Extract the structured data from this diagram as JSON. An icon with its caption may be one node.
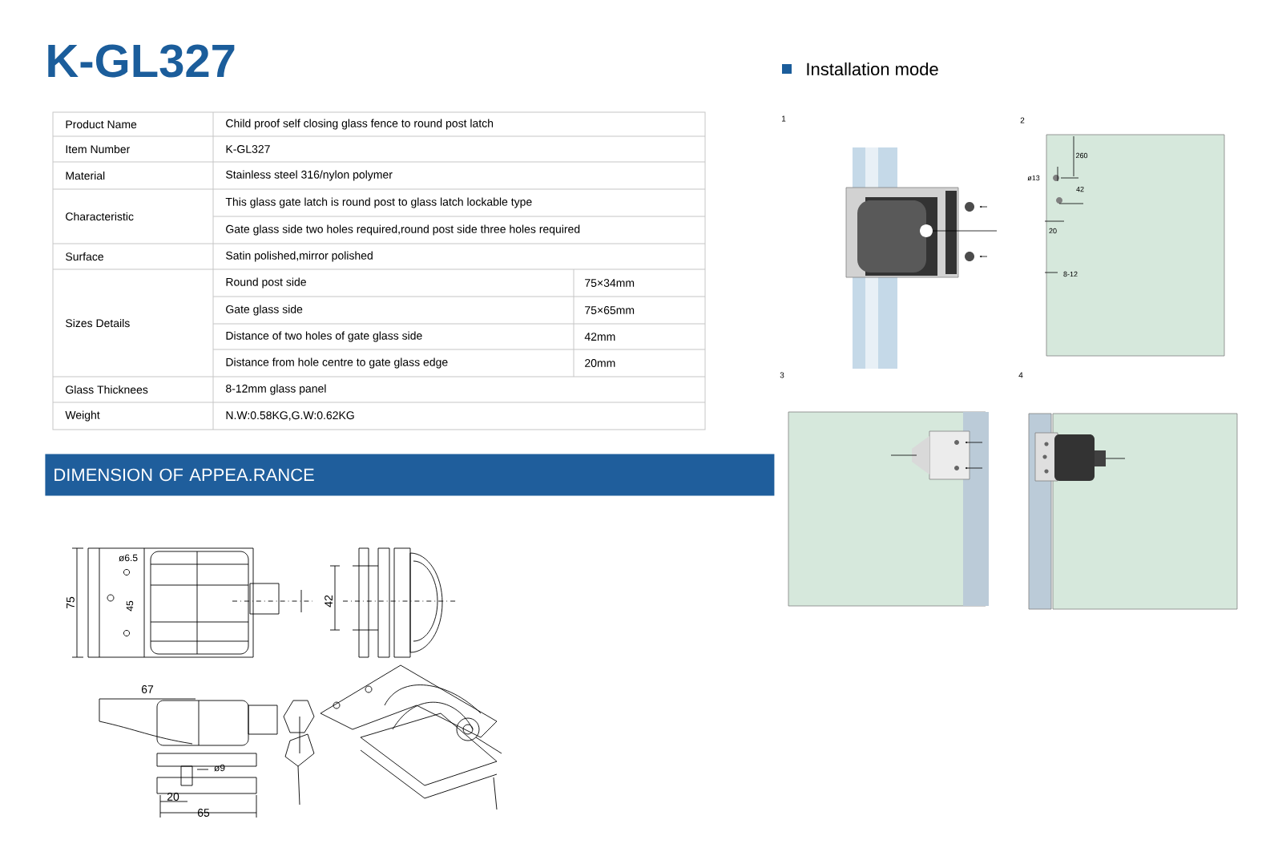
{
  "diagram": {
    "title": "K-GL327",
    "labels": [
      "Installation mode",
      "Product Name",
      "Child proof self closing glass fence to round post latch",
      "Item Number",
      "K-GL327",
      "Material",
      "Stainless steel 316/nylon polymer",
      "Characteristic",
      "This glass gate latch is round post to glass latch lockable type",
      "Gate glass side two holes required,round post side three holes required",
      "Surface",
      "Satin polished,mirror polished",
      "Sizes Details",
      "Round post side",
      "75×34mm",
      "Gate glass side",
      "75×65mm",
      "Distance of two holes of gate glass side",
      "42mm",
      "Distance from hole centre to gate glass edge",
      "20mm",
      "Glass Thicknees",
      "8-12mm glass panel",
      "Weight",
      "N.W:0.58KG,G.W:0.62KG",
      "DIMENSION OF APPEA.RANCE",
      "ø6.5",
      "75",
      "45",
      "42",
      "67",
      "ø9",
      "20",
      "65",
      "1",
      "2",
      "260",
      "ø13",
      "42",
      "20",
      "8-12",
      "3",
      "4"
    ]
  }
}
